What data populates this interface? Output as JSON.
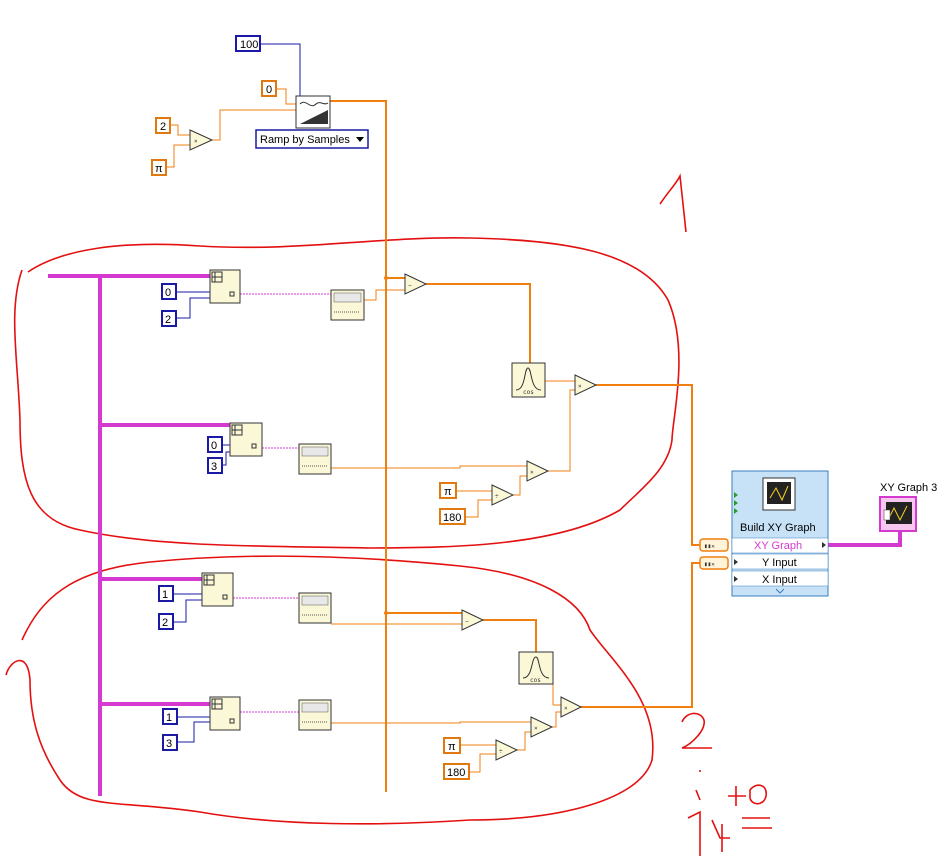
{
  "constants": {
    "c100": "100",
    "c0_top": "0",
    "c2_top": "2",
    "pi_top": "π",
    "r1_a": "0",
    "r1_b": "2",
    "r2_a": "0",
    "r2_b": "3",
    "pi_1": "π",
    "c180_1": "180",
    "r3_a": "1",
    "r3_b": "2",
    "r4_a": "1",
    "r4_b": "3",
    "pi_2": "π",
    "c180_2": "180"
  },
  "ramp": {
    "label": "Ramp by Samples"
  },
  "build_xy": {
    "title": "Build XY Graph",
    "rows": [
      "XY Graph",
      "Y Input",
      "X Input"
    ]
  },
  "indicator": {
    "label": "XY Graph 3"
  },
  "ops": {
    "mult": "×",
    "minus": "−",
    "div": "÷",
    "cos": "cos"
  },
  "annotations": {
    "region1": "1",
    "region2": "2",
    "note_a": "÷",
    "note_b": "+0",
    "note_c": "14",
    "note_d": "="
  },
  "colors": {
    "orange_wire": "#f07f10",
    "blue_wire": "#1a1aa6",
    "pink_wire": "#d43ad0",
    "red_ink": "#e41010",
    "node_fill": "#fbf8d8"
  }
}
